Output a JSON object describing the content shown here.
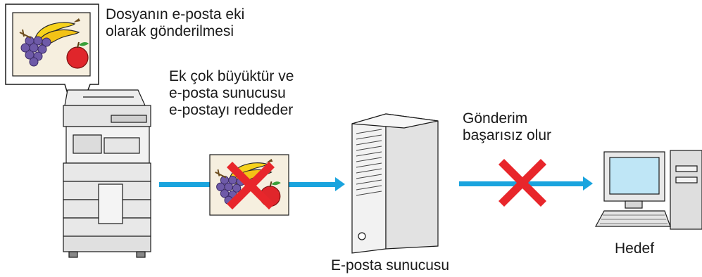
{
  "labels": {
    "attachment_caption": [
      "Dosyanın e-posta eki",
      "olarak gönderilmesi"
    ],
    "rejection_note": [
      "Ek çok büyüktür ve",
      "e-posta sunucusu",
      "e-postayı reddeder"
    ],
    "send_fail_note": [
      "Gönderim",
      "başarısız olur"
    ],
    "server_label": "E-posta sunucusu",
    "destination_label": "Hedef"
  },
  "colors": {
    "arrow": "#1aa4de",
    "cross": "#e8262b",
    "outline": "#1a1a1a",
    "device_body": "#e9e9e9",
    "screen": "#bfe6f6"
  },
  "icons": [
    "multifunction-printer-icon",
    "fruit-image-icon",
    "email-server-tower-icon",
    "desktop-computer-icon",
    "reject-cross-icon"
  ]
}
